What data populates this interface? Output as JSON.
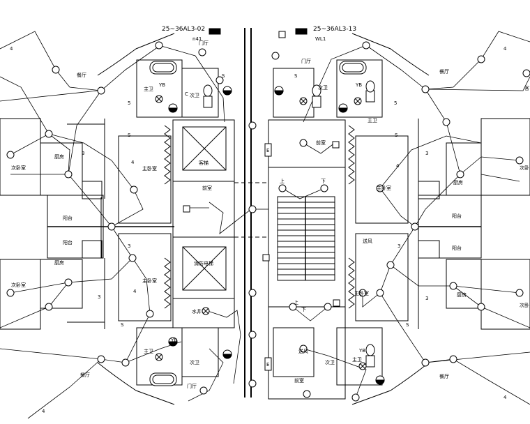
{
  "panels": {
    "left_tag": "25~36AL3-02",
    "right_tag": "25~36AL3-13",
    "left_sub": "n41",
    "right_sub": "WL1"
  },
  "rooms": {
    "left": {
      "restaurant_top": "餐厅",
      "restaurant_bottom": "餐厅",
      "second_bedroom_top": "次卧室",
      "second_bedroom_bottom": "次卧室",
      "kitchen_top": "厨房",
      "kitchen_bottom": "厨房",
      "balcony_top": "阳台",
      "balcony_bottom": "阳台",
      "master_bedroom_top": "主卧室",
      "master_bedroom_bottom": "主卧室",
      "master_bath_top": "主卫",
      "master_bath_bottom": "主卫",
      "guest_bath_top": "次卫",
      "guest_bath_bottom": "次卫",
      "hall_top": "门厅",
      "hall_bottom": "门厅",
      "elevator": "客梯",
      "front_room": "前室",
      "fire_elevator": "消防电梯",
      "water_well": "水井"
    },
    "right": {
      "restaurant_top": "餐厅",
      "restaurant_bottom": "餐厅",
      "second_bedroom_top": "次卧室",
      "second_bedroom_bottom": "次卧室",
      "kitchen_top": "厨房",
      "kitchen_bottom": "厨房",
      "balcony_top": "阳台",
      "balcony_bottom": "阳台",
      "master_bedroom_top": "主卧室",
      "master_bedroom_bottom": "主卧室",
      "master_bath_top": "主卫",
      "master_bath_bottom": "主卫",
      "guest_bath_top": "次卫",
      "guest_bath_bottom": "次卫",
      "hall_top": "门厅",
      "front_room_top": "前室",
      "front_room_bottom": "前室",
      "supply_air_top": "送风",
      "supply_air_bottom": "送风",
      "up_1": "上",
      "down_1": "下",
      "up_2": "上",
      "down_2": "下",
      "guest_cut": "客"
    }
  },
  "marks": {
    "yb": "YB",
    "s": "S",
    "e": "E",
    "c": "C",
    "n3": "3",
    "n4": "4",
    "n5": "5"
  },
  "icons": [
    "ceiling-light-icon",
    "wall-socket-icon",
    "switch-icon",
    "bathtub-icon",
    "toilet-icon",
    "exhaust-fan-icon"
  ]
}
